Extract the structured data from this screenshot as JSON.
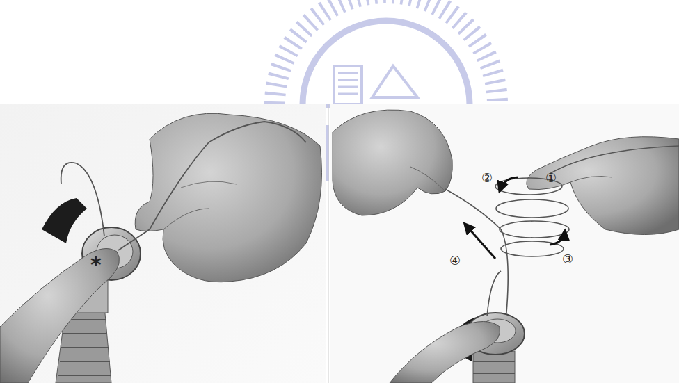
{
  "diagram": {
    "labels": [
      "*",
      "①",
      "②",
      "③",
      "④"
    ]
  }
}
